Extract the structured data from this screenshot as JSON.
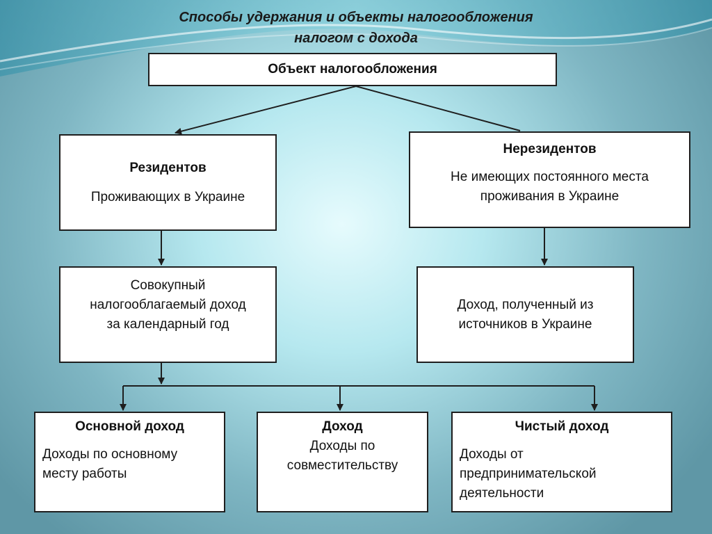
{
  "title": {
    "line1": "Способы удержания и объекты налогообложения",
    "line2": "налогом с дохода"
  },
  "boxes": {
    "object": {
      "heading": "Объект налогообложения"
    },
    "residents": {
      "heading": "Резидентов",
      "body": "Проживающих в Украине"
    },
    "nonresidents": {
      "heading": "Нерезидентов",
      "body": "Не имеющих постоянного места\nпроживания в Украине"
    },
    "total_income": {
      "body": "Совокупный\nналогооблагаемый доход\nза календарный год"
    },
    "ukraine_income": {
      "body": "Доход, полученный из\nисточников в Украине"
    },
    "main_income": {
      "heading": "Основной доход",
      "body": "Доходы по основному\nместу работы"
    },
    "side_income": {
      "heading": "Доход",
      "body": "Доходы по\nсовместительству"
    },
    "net_income": {
      "heading": "Чистый доход",
      "body": "Доходы от\nпредпринимательской\nдеятельности"
    }
  },
  "colors": {
    "line": "#1e1e1e",
    "box_border": "#1e1e1e",
    "box_fill": "#ffffff"
  }
}
